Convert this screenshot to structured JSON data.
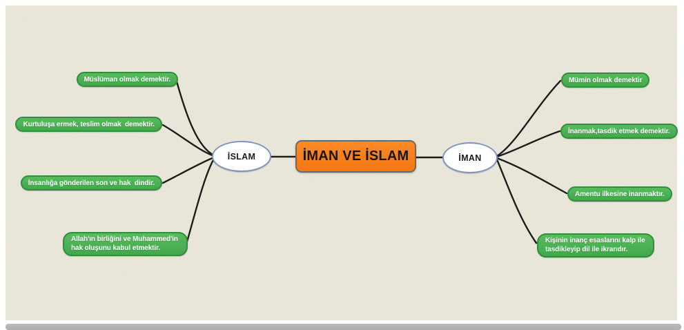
{
  "title": {
    "label": "İMAN VE İSLAM"
  },
  "left": {
    "label": "İSLAM",
    "branches": [
      {
        "label": "Müslüman olmak demektir."
      },
      {
        "label": "Kurtuluşa ermek, teslim olmak  demektir."
      },
      {
        "label": "İnsanlığa gönderilen son ve hak  dindir."
      },
      {
        "label": "Allah'ın birliğini ve Muhammed'in hak oluşunu kabul etmektir."
      }
    ]
  },
  "right": {
    "label": "İMAN",
    "branches": [
      {
        "label": "Mümin olmak demektir"
      },
      {
        "label": "İnanmak,tasdik etmek demektir."
      },
      {
        "label": "Amentu ilkesine inanmaktır."
      },
      {
        "label": "Kişinin inanç esaslarını kalp ile tasdikleyip dil ile ikrarıdır."
      }
    ]
  },
  "colors": {
    "paper": "#eae7da",
    "branch_green": "#4bb052",
    "branch_green_border": "#2f8f3c",
    "branch_text": "#ffffff",
    "center_orange": "#f8811c",
    "center_border": "#6a6a6a",
    "oval_border": "#8094bf",
    "connector_line": "#1c1c1c",
    "scrollbar_gray": "#b6b6b6"
  }
}
